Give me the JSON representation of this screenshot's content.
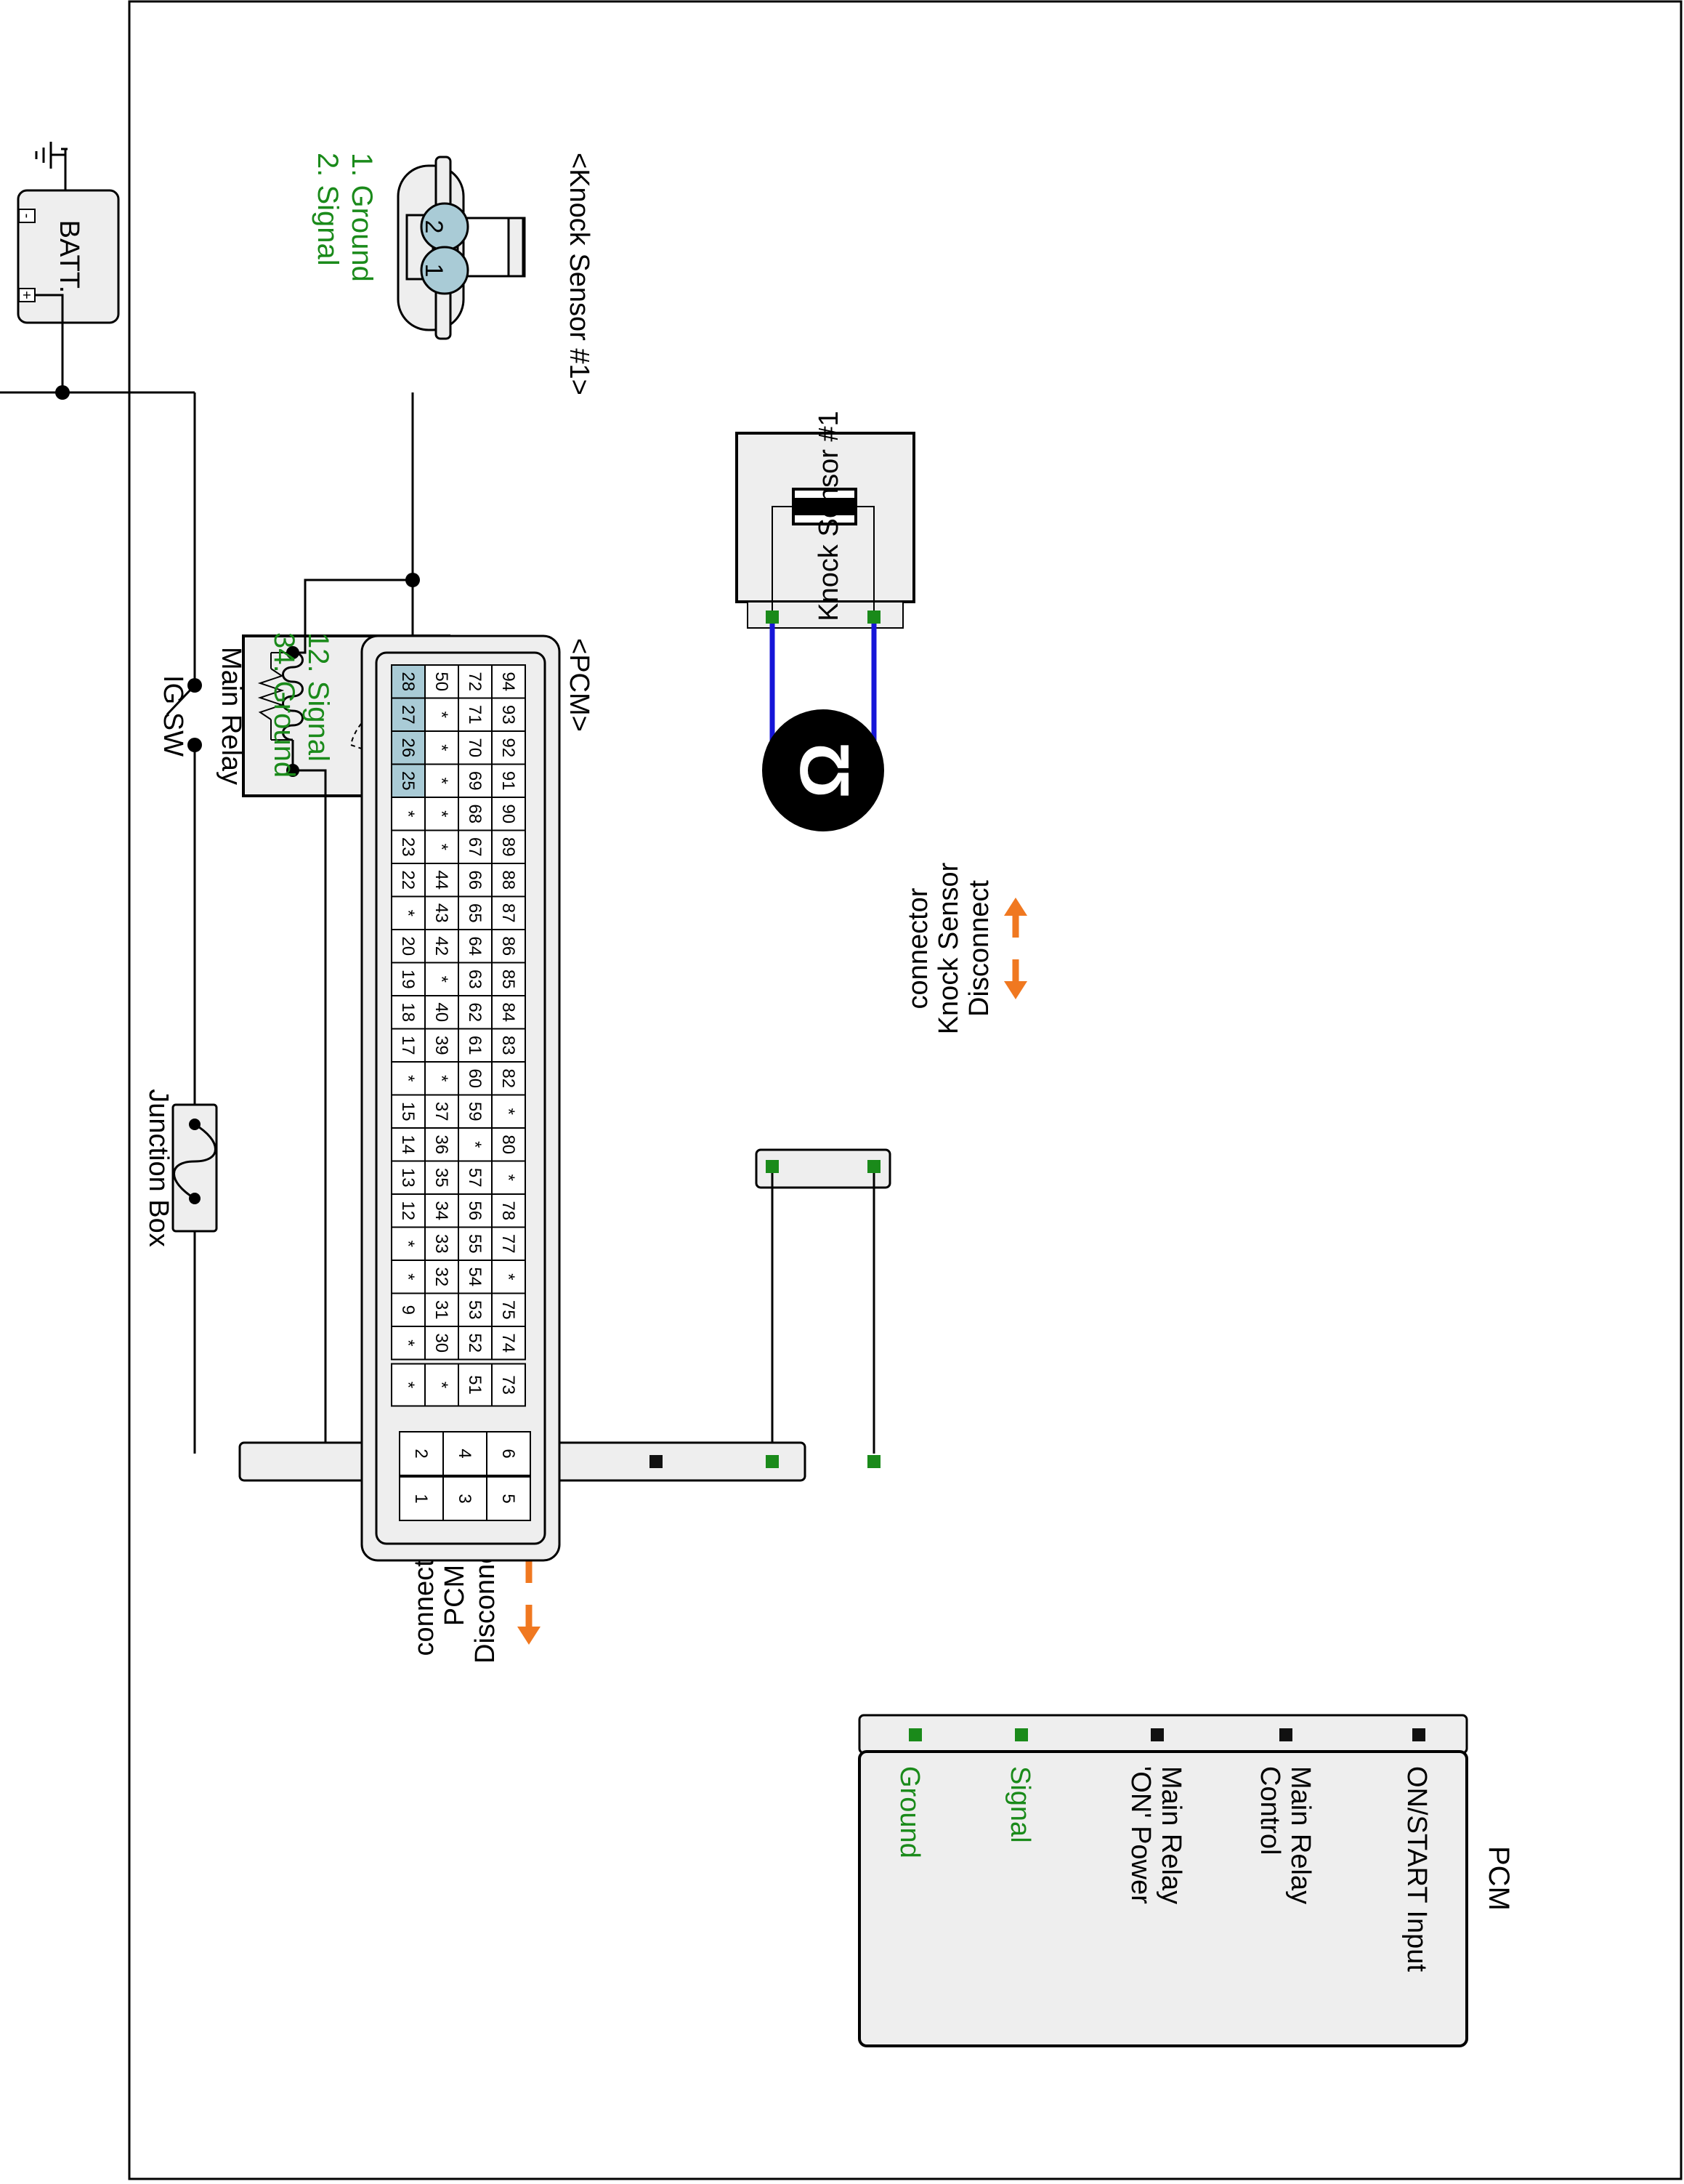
{
  "labels": {
    "batt": "BATT.",
    "batt_minus": "-",
    "batt_plus": "+",
    "ig_sw": "IG SW",
    "main_relay": "Main Relay",
    "junction_box": "Junction Box",
    "knock_sensor": "Knock Sensor #1",
    "disconnect_ks_1": "Disconnect",
    "disconnect_ks_2": "Knock Sensor",
    "disconnect_ks_3": "connector",
    "disconnect_pcm_1": "Disconnect",
    "disconnect_pcm_2": "PCM",
    "disconnect_pcm_3": "connector",
    "ohm": "Ω",
    "pcm": "PCM"
  },
  "pcm_pins": {
    "on_start": "ON/START Input",
    "relay_control_1": "Main Relay",
    "relay_control_2": "Control",
    "relay_power_1": "Main Relay",
    "relay_power_2": "'ON' Power",
    "signal": "Signal",
    "ground": "Ground"
  },
  "ks_connector": {
    "title": "<Knock Sensor #1>",
    "pin1": "1",
    "pin2": "2",
    "legend": [
      "1. Ground",
      "2. Signal"
    ]
  },
  "pcm_connector": {
    "title": "<PCM>",
    "legend": [
      "12. Signal",
      "34. Ground"
    ],
    "rows": [
      [
        "94",
        "93",
        "92",
        "91",
        "90",
        "89",
        "88",
        "87",
        "86",
        "85",
        "84",
        "83",
        "82",
        "*",
        "80",
        "*",
        "78",
        "77",
        "*",
        "75",
        "74"
      ],
      [
        "72",
        "71",
        "70",
        "69",
        "68",
        "67",
        "66",
        "65",
        "64",
        "63",
        "62",
        "61",
        "60",
        "59",
        "*",
        "57",
        "56",
        "55",
        "54",
        "53",
        "52"
      ],
      [
        "50",
        "*",
        "*",
        "*",
        "*",
        "*",
        "44",
        "43",
        "42",
        "*",
        "40",
        "39",
        "*",
        "37",
        "36",
        "35",
        "34",
        "33",
        "32",
        "31",
        "30"
      ],
      [
        "28",
        "27",
        "26",
        "25",
        "*",
        "23",
        "22",
        "*",
        "20",
        "19",
        "18",
        "17",
        "*",
        "15",
        "14",
        "13",
        "12",
        "*",
        "*",
        "9",
        "*"
      ]
    ],
    "extra": [
      "73",
      "51",
      "*",
      "*"
    ],
    "small": [
      [
        "6",
        "5"
      ],
      [
        "4",
        "3"
      ],
      [
        "2",
        "1"
      ]
    ]
  },
  "colors": {
    "green": "#1a8a1a",
    "orange": "#f07820",
    "blue": "#1515d8",
    "panel": "#eeeeee",
    "highlight": "#a9cbd6",
    "pin_black": "#111111"
  }
}
